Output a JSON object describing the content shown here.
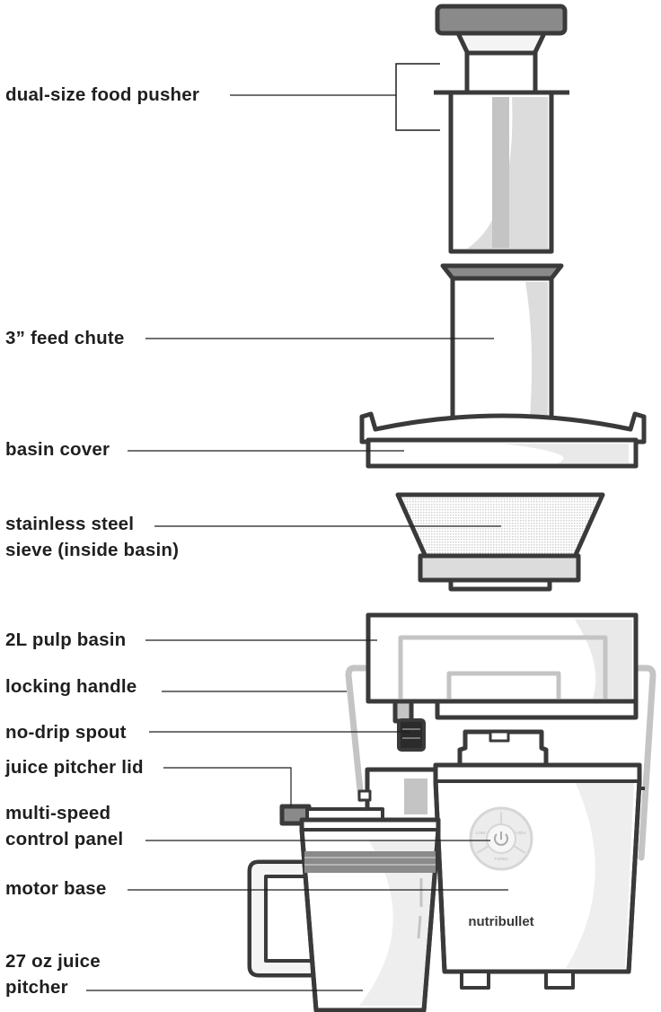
{
  "diagram": {
    "labels": {
      "food_pusher": "dual-size food pusher",
      "feed_chute": "3” feed chute",
      "basin_cover": "basin cover",
      "sieve_line1": "stainless steel",
      "sieve_line2": "sieve (inside basin)",
      "pulp_basin": "2L pulp basin",
      "locking_handle": "locking handle",
      "spout": "no-drip spout",
      "pitcher_lid": "juice pitcher lid",
      "control_line1": "multi-speed",
      "control_line2": "control panel",
      "motor_base": "motor base",
      "pitcher_line1": "27 oz juice",
      "pitcher_line2": "pitcher"
    },
    "control_panel": {
      "low": "LOW",
      "high": "HIGH",
      "turbo": "TURBO"
    },
    "brand": "nutribullet",
    "colors": {
      "outline": "#3a3a3a",
      "fill_light": "#f4f4f4",
      "fill_mid": "#dcdcdc",
      "fill_dark": "#8a8a8a",
      "handle": "#c4c4c4",
      "line": "#1f1f1f"
    }
  }
}
